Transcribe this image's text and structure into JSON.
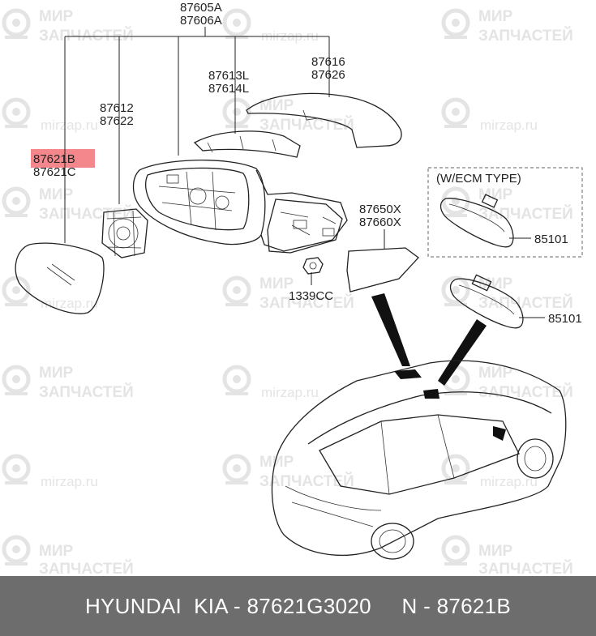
{
  "watermark": {
    "line1": "МИР",
    "line2": "ЗАПЧАСТЕЙ",
    "url": "mirzap.ru"
  },
  "callouts": {
    "main_assembly": [
      "87605A",
      "87606A"
    ],
    "cover_cap": [
      "87616",
      "87626"
    ],
    "garnish": [
      "87613L",
      "87614L"
    ],
    "actuator": [
      "87612",
      "87622"
    ],
    "mirror_glass": [
      "87621B",
      "87621C"
    ],
    "base_cover": [
      "87650X",
      "87660X"
    ],
    "nut": "1339CC",
    "inside_mirror_ecm": "85101",
    "inside_mirror": "85101",
    "ecm_box_title": "(W/ECM TYPE)"
  },
  "highlight": {
    "part": "87621B",
    "color": "#f4878c"
  },
  "footer": {
    "text": "HYUNDAI  KIA - 87621G3020     N - 87621B"
  }
}
